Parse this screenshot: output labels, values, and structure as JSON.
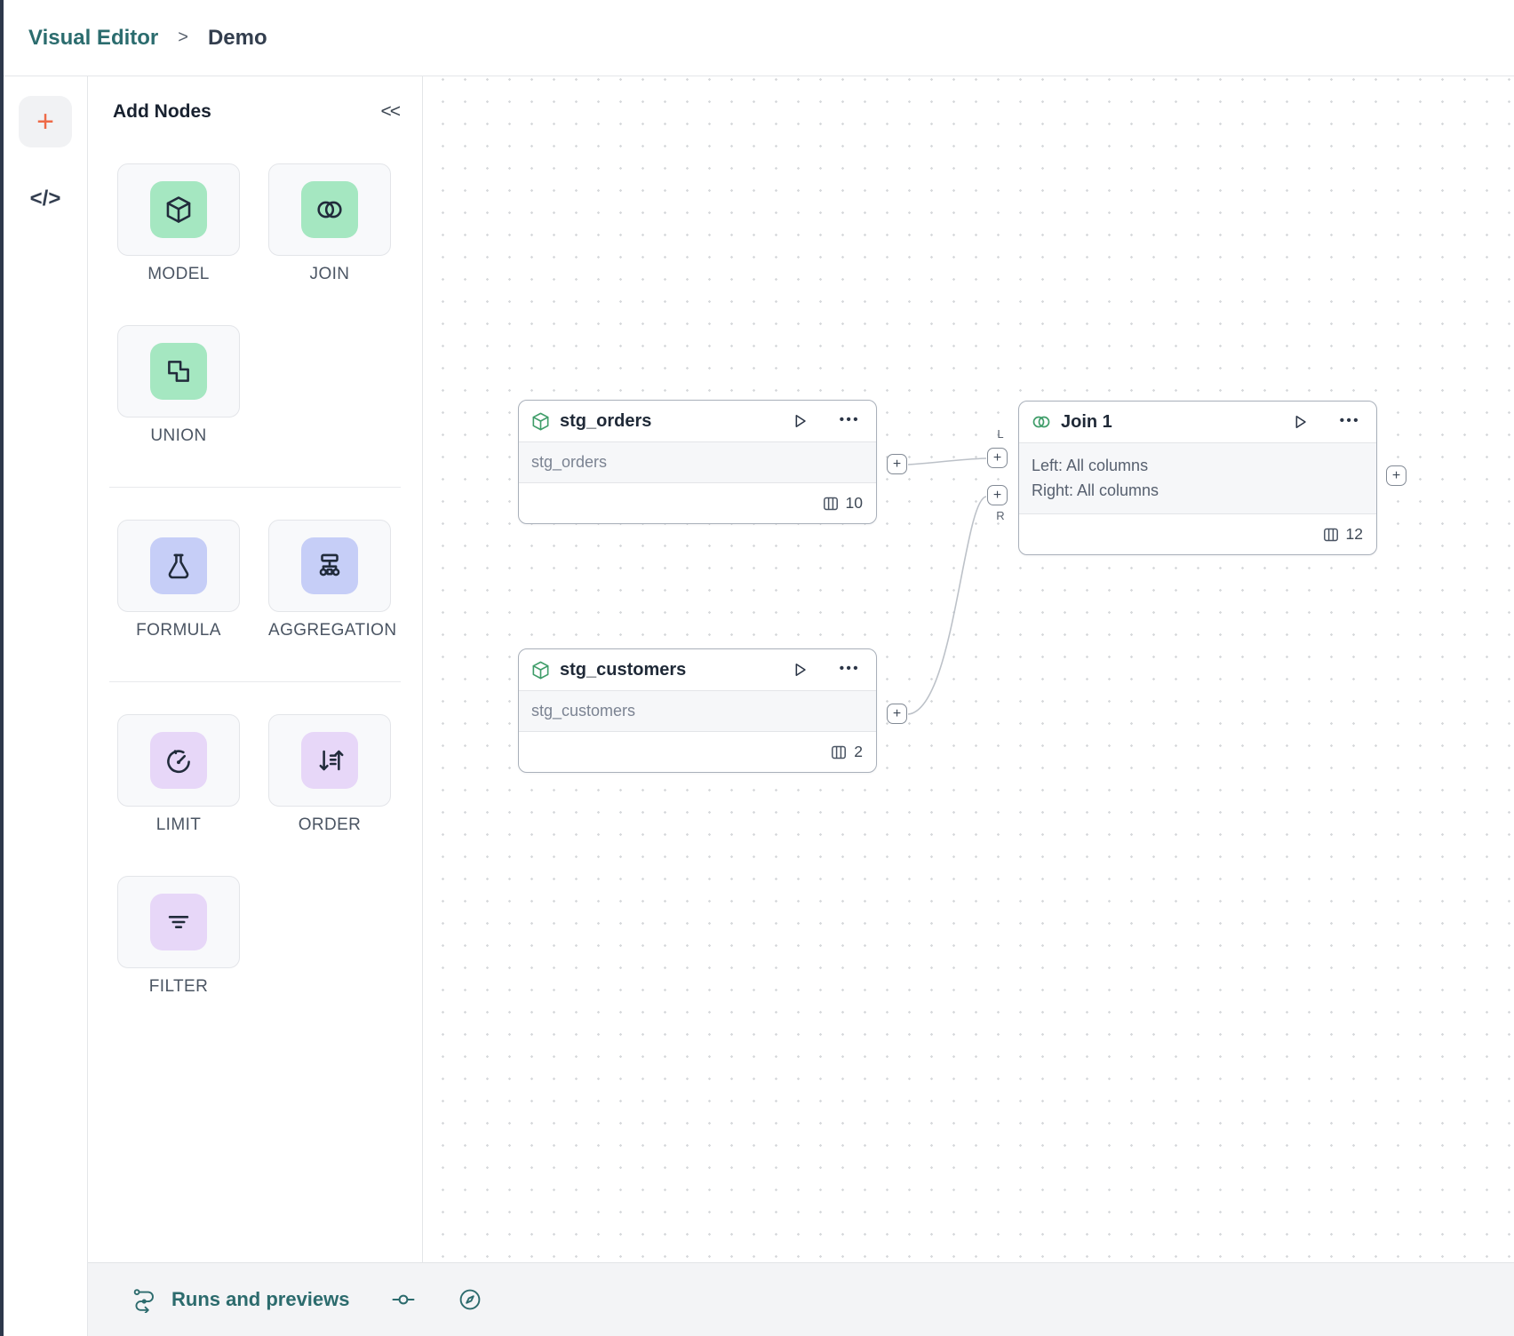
{
  "glyphs": {
    "plus": "+",
    "code": "</>",
    "collapse": "<<",
    "separator": ">",
    "ellipsis": "•••",
    "port_left": "L",
    "port_right": "R"
  },
  "breadcrumb": {
    "app": "Visual Editor",
    "page": "Demo"
  },
  "palette": {
    "title": "Add Nodes",
    "groups": [
      {
        "items": [
          {
            "label": "MODEL"
          },
          {
            "label": "JOIN"
          },
          {
            "label": "UNION"
          }
        ]
      },
      {
        "items": [
          {
            "label": "FORMULA"
          },
          {
            "label": "AGGREGATION"
          }
        ]
      },
      {
        "items": [
          {
            "label": "LIMIT"
          },
          {
            "label": "ORDER"
          },
          {
            "label": "FILTER"
          }
        ]
      }
    ]
  },
  "canvas": {
    "nodes": [
      {
        "title": "stg_orders",
        "body": "stg_orders",
        "column_count": "10"
      },
      {
        "title": "stg_customers",
        "body": "stg_customers",
        "column_count": "2"
      },
      {
        "title": "Join 1",
        "body_line1": "Left: All columns",
        "body_line2": "Right: All columns",
        "column_count": "12"
      }
    ]
  },
  "bottom_bar": {
    "runs_label": "Runs and previews"
  },
  "colors": {
    "accent_teal": "#2C6B6D",
    "add_button_orange": "#EE6A47",
    "tile_green": "#A5E7C1",
    "tile_indigo": "#C6CEF7",
    "tile_purple": "#E7D7F8",
    "node_icon_green": "#3F9D69"
  }
}
